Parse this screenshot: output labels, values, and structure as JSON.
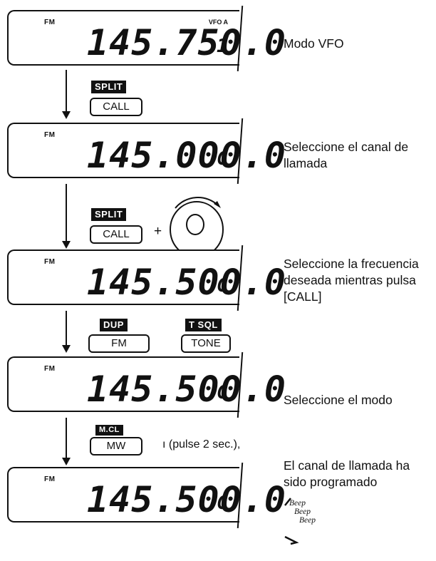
{
  "steps": [
    {
      "mode": "FM",
      "vfo": "VFO A",
      "freq": "145.750.0",
      "ch": "1",
      "desc": "Modo VFO"
    },
    {
      "mode": "FM",
      "freq": "145.000.0",
      "ch": "C",
      "desc": "Seleccione el canal de llamada"
    },
    {
      "mode": "FM",
      "freq": "145.500.0",
      "ch": "C",
      "desc": "Seleccione la frecuencia deseada mientras pulsa [CALL]"
    },
    {
      "mode": "FM",
      "freq": "145.500.0",
      "ch": "C",
      "desc": "Seleccione el modo"
    },
    {
      "mode": "FM",
      "freq": "145.500.0",
      "ch": "C",
      "desc": "El canal de llamada ha sido programado"
    }
  ],
  "actions": {
    "a1": {
      "tag": "SPLIT",
      "key": "CALL"
    },
    "a2": {
      "tag": "SPLIT",
      "key": "CALL",
      "plus": "+",
      "dial": "dial-icon"
    },
    "a3": {
      "tag_left": "DUP",
      "key_left": "FM",
      "tag_right": "T SQL",
      "key_right": "TONE"
    },
    "a4": {
      "tag": "M.CL",
      "key": "MW",
      "note": "(pulse 2 sec.),",
      "beep": [
        "Beep",
        "Beep",
        "Beep"
      ]
    }
  }
}
